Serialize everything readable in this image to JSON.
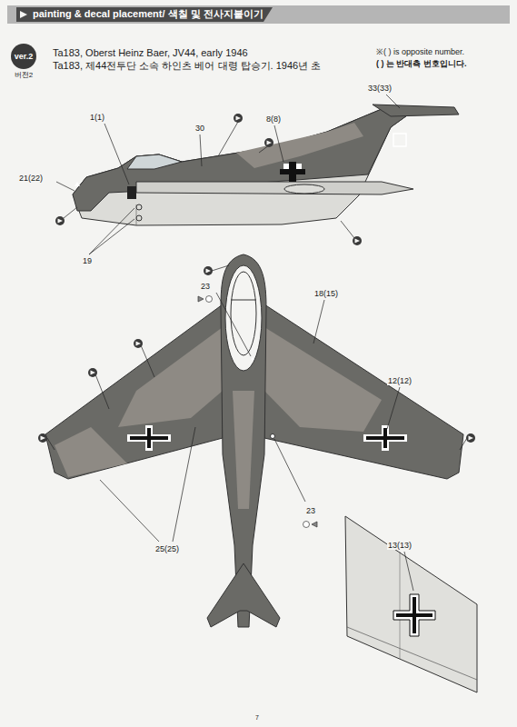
{
  "diagram": {
    "title": "painting & decal placement/ 색칠 및 전사지붙이기",
    "nodes": [
      {
        "text": [
          "ver.2",
          "버전2"
        ]
      }
    ],
    "labels": [
      "Ta183, Oberst Heinz Baer, JV44, early 1946",
      "Ta183, 제44전투단 소속 하인츠 베어 대령 탑승기. 1946년 초",
      "※( ) is opposite number.",
      "( ) 는 반대측 번호입니다.",
      "1(1)",
      "30",
      "8(8)",
      "33(33)",
      "21(22)",
      "19",
      "23",
      "18(15)",
      "12(12)",
      "23",
      "25(25)",
      "13(13)",
      "7"
    ]
  }
}
